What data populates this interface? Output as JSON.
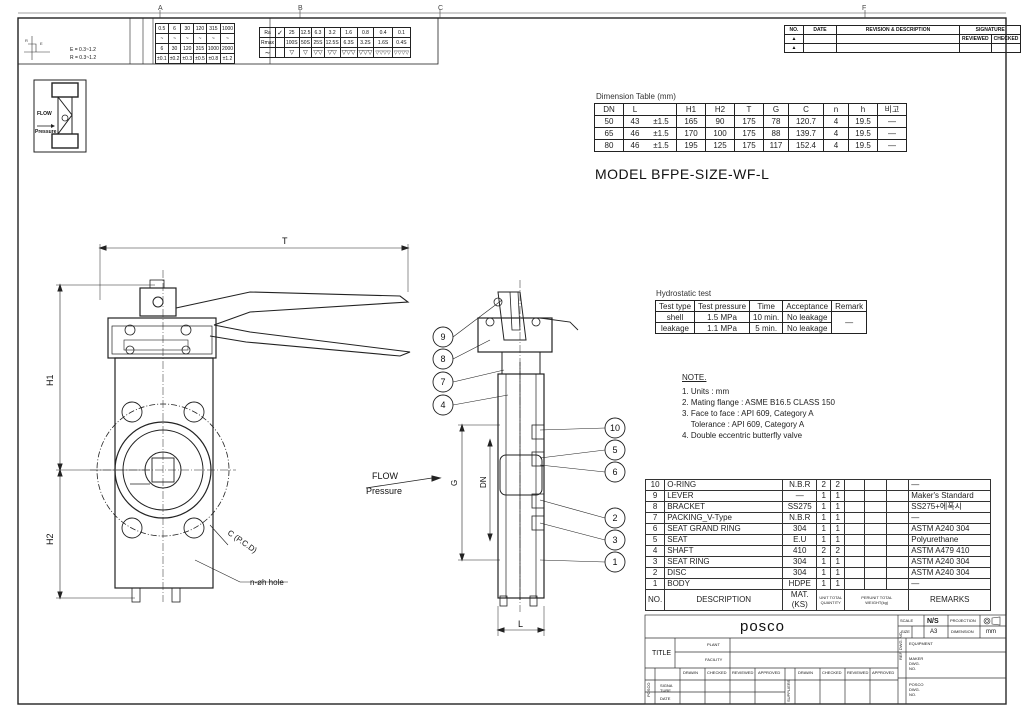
{
  "grid_letters": [
    "A",
    "B",
    "C",
    "F"
  ],
  "tolerance": {
    "e_note": "E = 0.3~1.2",
    "r_note": "R = 0.3~1.2",
    "ranges_top": [
      "0.5",
      "6",
      "30",
      "120",
      "315",
      "1000"
    ],
    "ranges_mid": [
      "~",
      "~",
      "~",
      "~",
      "~",
      "~"
    ],
    "ranges_bot": [
      "6",
      "30",
      "120",
      "315",
      "1000",
      "2000"
    ],
    "tolerances": [
      "±0.1",
      "±0.2",
      "±0.3",
      "±0.5",
      "±0.8",
      "±1.2"
    ],
    "ra_label": "Ra",
    "rmax_label": "Rmax",
    "ra_values": [
      "25",
      "12.5",
      "6.3",
      "3.2",
      "1.6",
      "0.8",
      "0.4",
      "0.1"
    ],
    "rmax_values": [
      "100S",
      "50S",
      "25S",
      "12.5S",
      "6.3S",
      "3.2S",
      "1.6S",
      "0.4S"
    ]
  },
  "revision": {
    "no": "NO.",
    "date": "DATE",
    "desc": "REVISION & DESCRIPTION",
    "signature": "SIGNATURE",
    "reviewed": "REVIEWED",
    "checked": "CHECKED"
  },
  "flow_icon": {
    "flow": "FLOW",
    "pressure": "Pressure"
  },
  "dimension_table": {
    "title": "Dimension Table (mm)",
    "headers": [
      "DN",
      "L",
      "",
      "H1",
      "H2",
      "T",
      "G",
      "C",
      "n",
      "h",
      "비고"
    ],
    "rows": [
      [
        "50",
        "43",
        "±1.5",
        "165",
        "90",
        "175",
        "78",
        "120.7",
        "4",
        "19.5",
        "—"
      ],
      [
        "65",
        "46",
        "±1.5",
        "170",
        "100",
        "175",
        "88",
        "139.7",
        "4",
        "19.5",
        "—"
      ],
      [
        "80",
        "46",
        "±1.5",
        "195",
        "125",
        "175",
        "117",
        "152.4",
        "4",
        "19.5",
        "—"
      ]
    ]
  },
  "model": "MODEL BFPE-SIZE-WF-L",
  "hydro": {
    "title": "Hydrostatic test",
    "headers": [
      "Test type",
      "Test pressure",
      "Time",
      "Acceptance",
      "Remark"
    ],
    "rows": [
      [
        "shell",
        "1.5 MPa",
        "10 min.",
        "No leakage"
      ],
      [
        "leakage",
        "1.1 MPa",
        "5 min.",
        "No leakage"
      ]
    ],
    "remark": "—"
  },
  "notes": {
    "title": "NOTE.",
    "items": [
      "1. Units : mm",
      "2. Mating flange : ASME B16.5 CLASS 150",
      "3. Face to face : API 609, Category A",
      "    Tolerance : API 609, Category A",
      "4. Double eccentric butterfly valve"
    ]
  },
  "drawing_labels": {
    "T": "T",
    "H1": "H1",
    "H2": "H2",
    "G": "G",
    "DN": "DN",
    "L": "L",
    "pcd": "C (P.C.D)",
    "hole": "n-øh hole",
    "flow": "FLOW",
    "pressure": "Pressure"
  },
  "balloons": [
    "9",
    "8",
    "7",
    "4",
    "10",
    "5",
    "6",
    "2",
    "3",
    "1"
  ],
  "bom": {
    "rows": [
      [
        "10",
        "O-RING",
        "N.B.R",
        "2",
        "2",
        "",
        "",
        "",
        "—"
      ],
      [
        "9",
        "LEVER",
        "—",
        "1",
        "1",
        "",
        "",
        "",
        "Maker's Standard"
      ],
      [
        "8",
        "BRACKET",
        "SS275",
        "1",
        "1",
        "",
        "",
        "",
        "SS275+에폭시"
      ],
      [
        "7",
        "PACKING_V-Type",
        "N.B.R",
        "1",
        "1",
        "",
        "",
        "",
        "—"
      ],
      [
        "6",
        "SEAT GRAND RING",
        "304",
        "1",
        "1",
        "",
        "",
        "",
        "ASTM A240 304"
      ],
      [
        "5",
        "SEAT",
        "E.U",
        "1",
        "1",
        "",
        "",
        "",
        "Polyurethane"
      ],
      [
        "4",
        "SHAFT",
        "410",
        "2",
        "2",
        "",
        "",
        "",
        "ASTM A479 410"
      ],
      [
        "3",
        "SEAT RING",
        "304",
        "1",
        "1",
        "",
        "",
        "",
        "ASTM A240 304"
      ],
      [
        "2",
        "DISC",
        "304",
        "1",
        "1",
        "",
        "",
        "",
        "ASTM A240 304"
      ],
      [
        "1",
        "BODY",
        "HDPE",
        "1",
        "1",
        "",
        "",
        "",
        "—"
      ]
    ],
    "header": {
      "no": "NO.",
      "desc": "DESCRIPTION",
      "mat": "MAT.(KS)",
      "unit": "UNIT",
      "total": "TOTAL",
      "quantity": "QUANTITY",
      "perunit": "PERUNIT",
      "total2": "TOTAL",
      "weight": "WEIGHT(kg)",
      "remarks": "REMARKS"
    }
  },
  "titleblock": {
    "logo": "posco",
    "scale_label": "SCALE",
    "scale": "N/S",
    "projection_label": "PROJECTION",
    "size_label": "SIZE",
    "size": "A3",
    "dimension_label": "DIMENSION",
    "dimension": "mm",
    "title": "TITLE",
    "plant": "PLANT",
    "facility": "FACILITY",
    "equipment": "EQUIPMENT",
    "maker_dwg": "MAKER DWG. NO.",
    "posco_dwg": "POSCO DWG. NO.",
    "ref_dwg": "REF. DWG. NO.",
    "drawn": "DRAWN",
    "checked": "CHECKED",
    "reviewed": "REVIEWED",
    "approved": "APPROVED",
    "posco": "POSCO",
    "suppliers": "SUPPLIERS",
    "signature": "SIGNA TURE",
    "date": "DATE"
  }
}
